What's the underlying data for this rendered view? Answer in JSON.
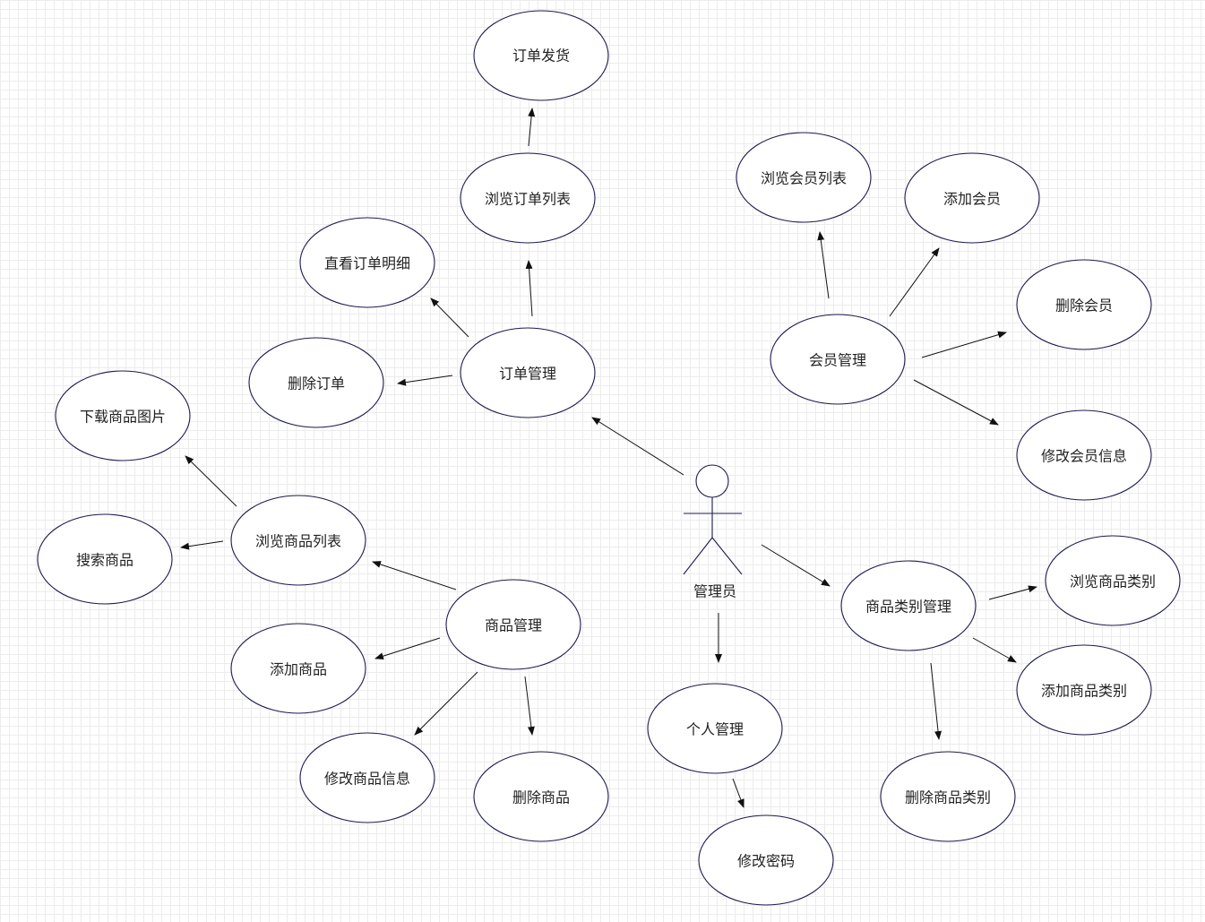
{
  "actor": {
    "label": "管理员"
  },
  "colors": {
    "ellipse_stroke": "#1b1a4d",
    "edge": "#111111",
    "grid": "#d9d9d9"
  },
  "use_cases": {
    "order_ship": "订单发货",
    "browse_order_list": "浏览订单列表",
    "view_order_detail": "直看订单明细",
    "order_mgmt": "订单管理",
    "delete_order": "删除订单",
    "browse_member_list": "浏览会员列表",
    "add_member": "添加会员",
    "delete_member": "删除会员",
    "member_mgmt": "会员管理",
    "edit_member_info": "修改会员信息",
    "download_product_image": "下载商品图片",
    "browse_product_list": "浏览商品列表",
    "search_product": "搜索商品",
    "product_mgmt": "商品管理",
    "add_product": "添加商品",
    "edit_product_info": "修改商品信息",
    "delete_product": "删除商品",
    "personal_mgmt": "个人管理",
    "change_password": "修改密码",
    "category_mgmt": "商品类别管理",
    "browse_category": "浏览商品类别",
    "add_category": "添加商品类别",
    "delete_category": "删除商品类别"
  }
}
